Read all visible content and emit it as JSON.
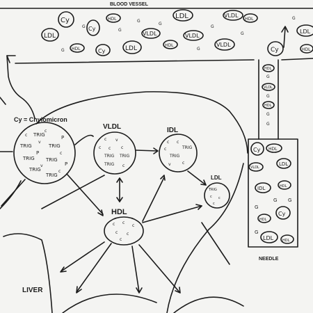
{
  "labels": {
    "blood_vessel": "BLOOD VESSEL",
    "chylomicron": "Cy = Chylomicron",
    "vldl": "VLDL",
    "idl": "IDL",
    "ldl": "LDL",
    "hdl": "HDL",
    "liver": "LIVER",
    "needle": "NEEDLE"
  },
  "particle_text": {
    "trig": "TRIG",
    "c": "c",
    "p": "P",
    "v": "v",
    "cy": "Cy",
    "ldl": "LDL",
    "vldl": "VLDL",
    "hdl": "HDL",
    "idl": "IDL",
    "g": "G"
  },
  "colors": {
    "ink": "#1b1b1b",
    "paper": "#f4f4f2"
  }
}
